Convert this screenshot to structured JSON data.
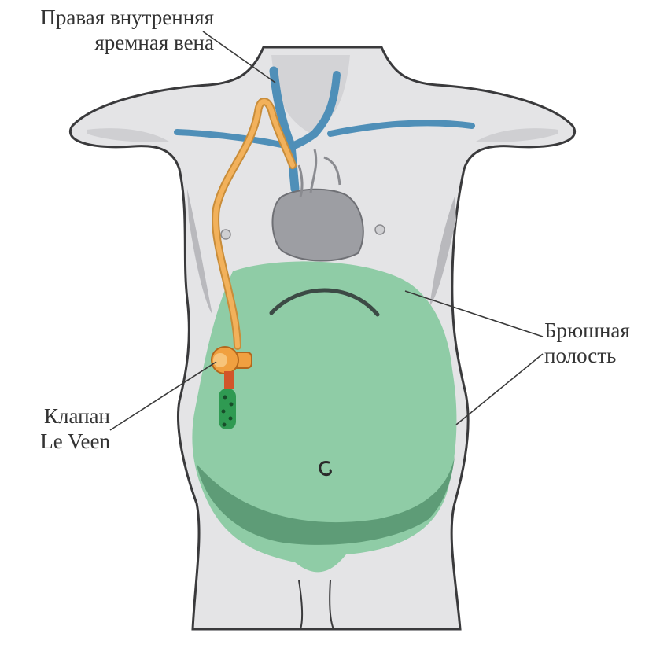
{
  "labels": {
    "jugular": {
      "line1": "Правая внутренняя",
      "line2": "яремная вена"
    },
    "abdomen": {
      "line1": "Брюшная",
      "line2": "полость"
    },
    "valve": {
      "line1": "Клапан",
      "line2": "Le Veen"
    }
  },
  "colors": {
    "body_fill": "#e4e4e6",
    "body_outline": "#3a3a3c",
    "body_shadow": "#b9b9bd",
    "vein": "#4f8fb8",
    "heart": "#9d9ea3",
    "abdomen_fill": "#8fcca6",
    "abdomen_dark": "#5e9c77",
    "shunt_tube": "#f2b15b",
    "valve": "#f0a040",
    "valve_dark": "#d2552a",
    "tube_green": "#2f9a52",
    "leader_line": "#3a3a3a"
  }
}
